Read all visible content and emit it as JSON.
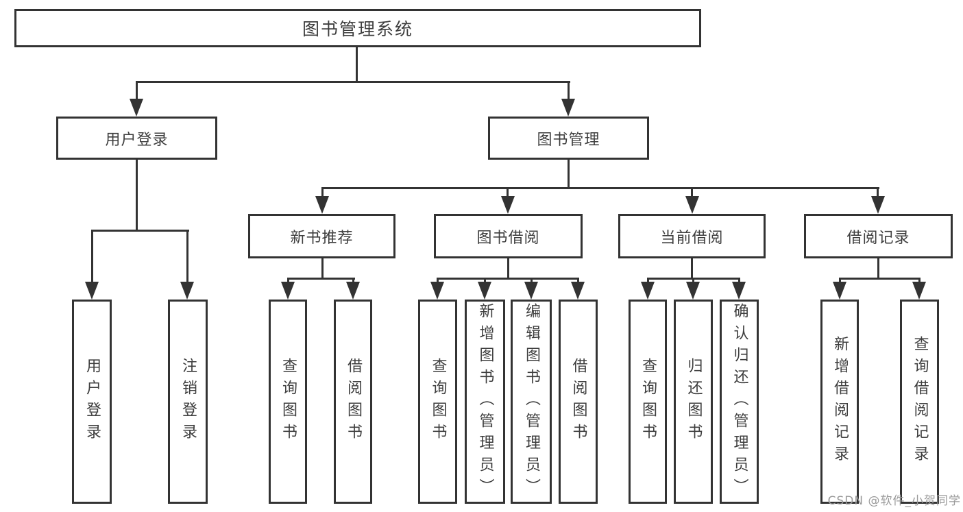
{
  "tree": {
    "root": {
      "label": "图书管理系统"
    },
    "level2": [
      {
        "label": "用户登录",
        "children": [
          {
            "label": "用户登录"
          },
          {
            "label": "注销登录"
          }
        ]
      },
      {
        "label": "图书管理",
        "sections": [
          {
            "label": "新书推荐",
            "children": [
              {
                "label": "查询图书"
              },
              {
                "label": "借阅图书"
              }
            ]
          },
          {
            "label": "图书借阅",
            "children": [
              {
                "label": "查询图书"
              },
              {
                "label": "新增图书（管理员）"
              },
              {
                "label": "编辑图书（管理员）"
              },
              {
                "label": "借阅图书"
              }
            ]
          },
          {
            "label": "当前借阅",
            "children": [
              {
                "label": "查询图书"
              },
              {
                "label": "归还图书"
              },
              {
                "label": "确认归还（管理员）"
              }
            ]
          },
          {
            "label": "借阅记录",
            "children": [
              {
                "label": "新增借阅记录"
              },
              {
                "label": "查询借阅记录"
              }
            ]
          }
        ]
      }
    ]
  },
  "watermark": {
    "text": "CSDN @软件_小贺同学",
    "color": "#9a9a9a"
  },
  "colors": {
    "line": "#333333",
    "box_border": "#333333",
    "box_background": "#ffffff",
    "text": "#3e3e3e",
    "page_background": "#ffffff"
  }
}
